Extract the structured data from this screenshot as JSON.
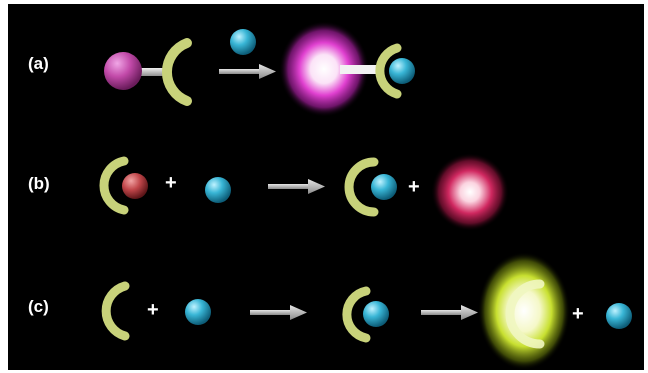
{
  "rows": [
    {
      "label": "(a)"
    },
    {
      "label": "(b)",
      "plus": [
        "+",
        "+"
      ]
    },
    {
      "label": "(c)",
      "plus": [
        "+",
        "+"
      ]
    }
  ],
  "colors": {
    "background": "#000000",
    "receptor": "#c8d27a",
    "analyte": "#39b6d6",
    "fluorophore_a": "#c24aa9",
    "quencher_b": "#c0464a",
    "glow_a": "#e040d0",
    "glow_b": "#d02860",
    "glow_c": "#c8e030",
    "arrow": "#bdbdbd"
  }
}
